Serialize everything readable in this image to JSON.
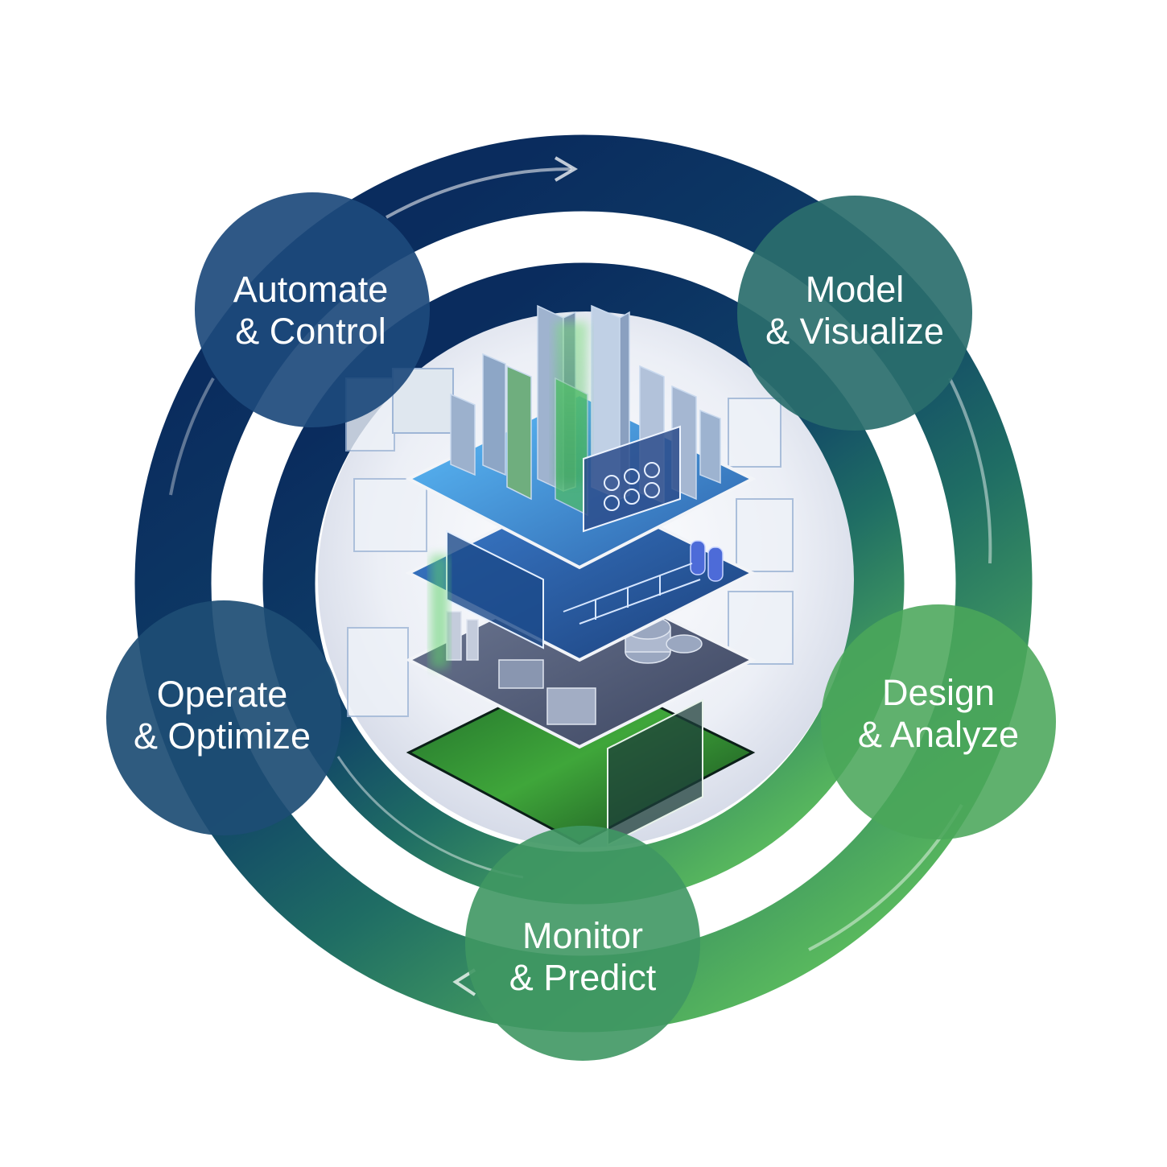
{
  "nodes": [
    {
      "id": "automate",
      "line1": "Automate",
      "line2": "& Control"
    },
    {
      "id": "model",
      "line1": "Model",
      "line2": "& Visualize"
    },
    {
      "id": "design",
      "line1": "Design",
      "line2": "& Analyze"
    },
    {
      "id": "monitor",
      "line1": "Monitor",
      "line2": "& Predict"
    },
    {
      "id": "operate",
      "line1": "Operate",
      "line2": "& Optimize"
    }
  ],
  "colors": {
    "ring_top": "#0b2f63",
    "ring_bottom": "#5dbd5f",
    "node_automate": "#1d4a7c",
    "node_model": "#2a6e6c",
    "node_design": "#4aa65a",
    "node_monitor": "#3f9763",
    "node_operate": "#1d4d74",
    "label": "#ffffff"
  }
}
